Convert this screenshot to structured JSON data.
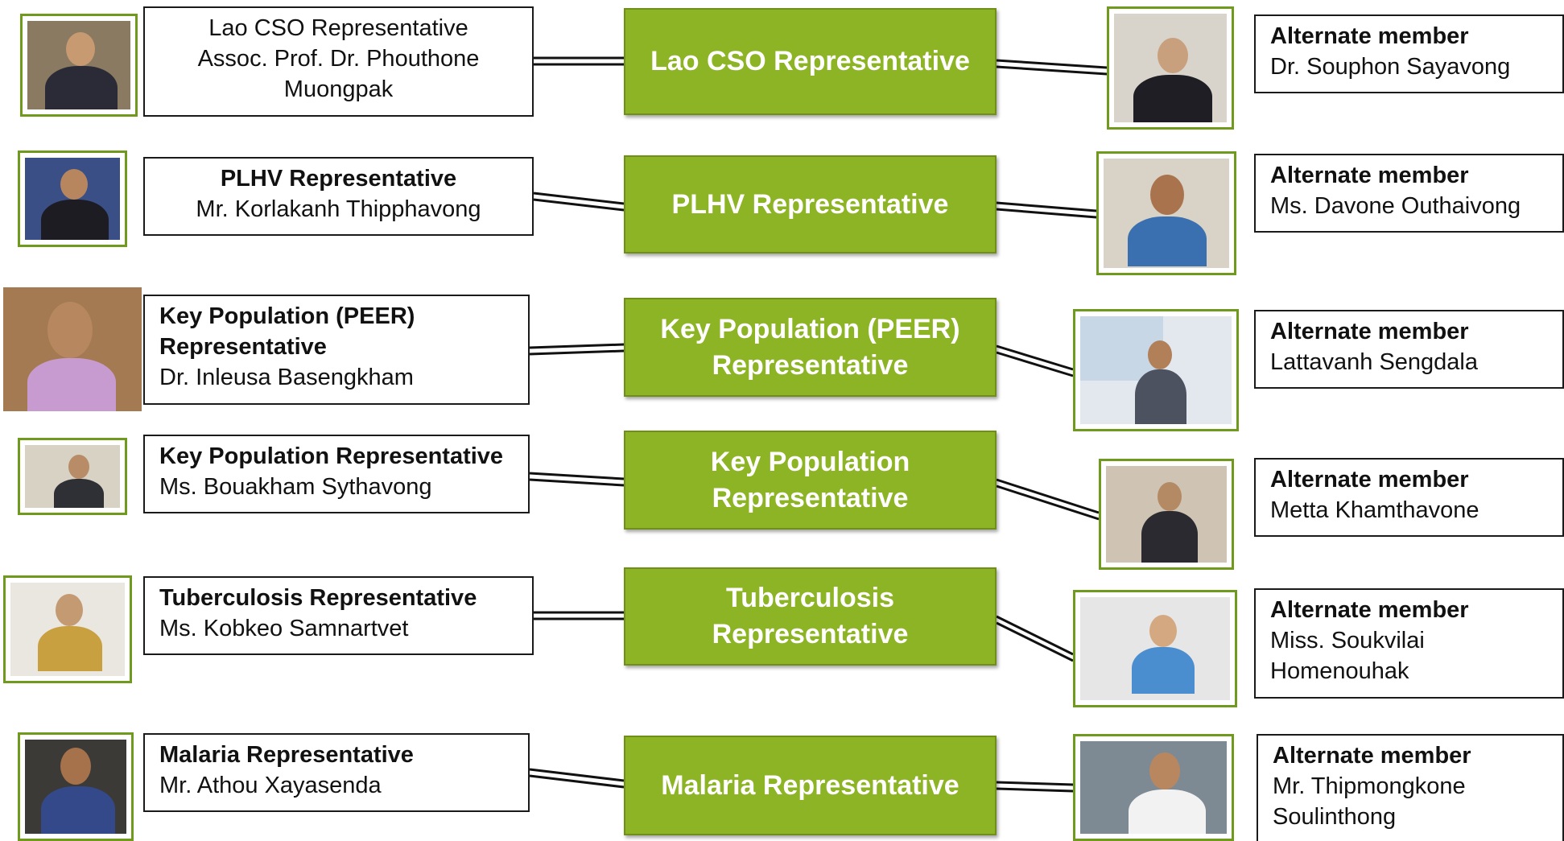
{
  "rows": [
    {
      "left_lines": [
        "Lao CSO Representative",
        "Assoc. Prof. Dr. Phouthone",
        "Muongpak"
      ],
      "center": [
        "Lao CSO Representative"
      ],
      "alt_title": "Alternate member",
      "alt_lines": [
        "Dr. Souphon Sayavong"
      ]
    },
    {
      "left_lines": [
        "PLHV Representative",
        "Mr. Korlakanh Thipphavong"
      ],
      "center": [
        "PLHV Representative"
      ],
      "alt_title": "Alternate member",
      "alt_lines": [
        "Ms. Davone Outhaivong"
      ]
    },
    {
      "left_lines": [
        "Key Population (PEER)",
        "Representative",
        "Dr. Inleusa Basengkham"
      ],
      "center": [
        "Key Population (PEER)",
        "Representative"
      ],
      "alt_title": "Alternate member",
      "alt_lines": [
        "Lattavanh Sengdala"
      ]
    },
    {
      "left_lines": [
        "Key Population   Representative",
        "Ms. Bouakham Sythavong"
      ],
      "center": [
        "Key Population",
        "Representative"
      ],
      "alt_title": "Alternate member",
      "alt_lines": [
        "Metta Khamthavone"
      ]
    },
    {
      "left_lines": [
        "Tuberculosis Representative",
        "Ms. Kobkeo Samnartvet"
      ],
      "center": [
        "Tuberculosis Representative"
      ],
      "alt_title": "Alternate member",
      "alt_lines": [
        "Miss. Soukvilai",
        "Homenouhak"
      ]
    },
    {
      "left_lines": [
        "Malaria Representative",
        "Mr. Athou Xayasenda"
      ],
      "center": [
        "Malaria Representative"
      ],
      "alt_title": "Alternate member",
      "alt_lines": [
        "Mr. Thipmongkone",
        "Soulinthong"
      ]
    }
  ]
}
